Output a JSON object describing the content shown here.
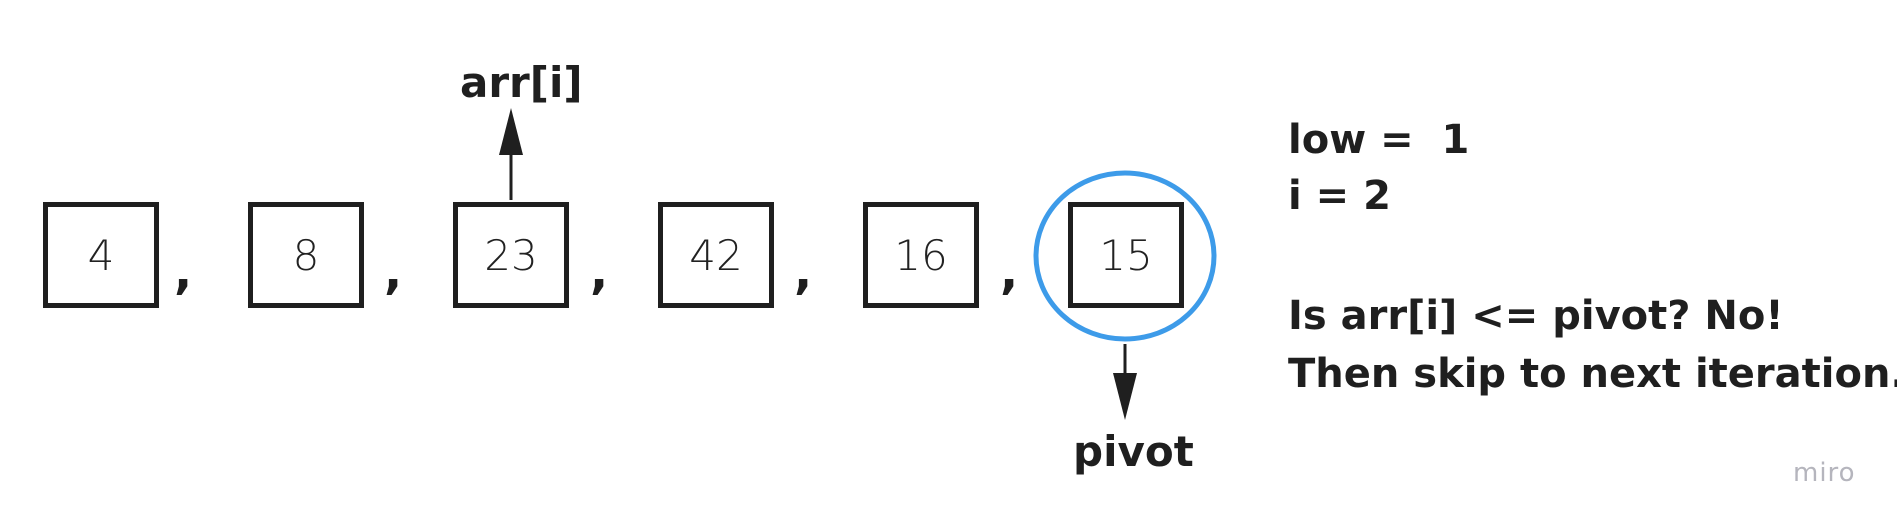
{
  "array": {
    "values": [
      "4",
      "8",
      "23",
      "42",
      "16",
      "15"
    ],
    "separator": ","
  },
  "pointers": {
    "top_label": "arr[i]",
    "bottom_label": "pivot"
  },
  "state": {
    "low_line": "low =  1",
    "i_line": "i = 2",
    "question_line": "Is arr[i] <= pivot? No!",
    "action_line": "Then skip to next iteration."
  },
  "brand": {
    "watermark": "miro"
  },
  "colors": {
    "highlight_circle": "#3d9be9",
    "box_border": "#1f1f1f",
    "text": "#1f1f1f",
    "watermark": "#b5b5bd"
  }
}
